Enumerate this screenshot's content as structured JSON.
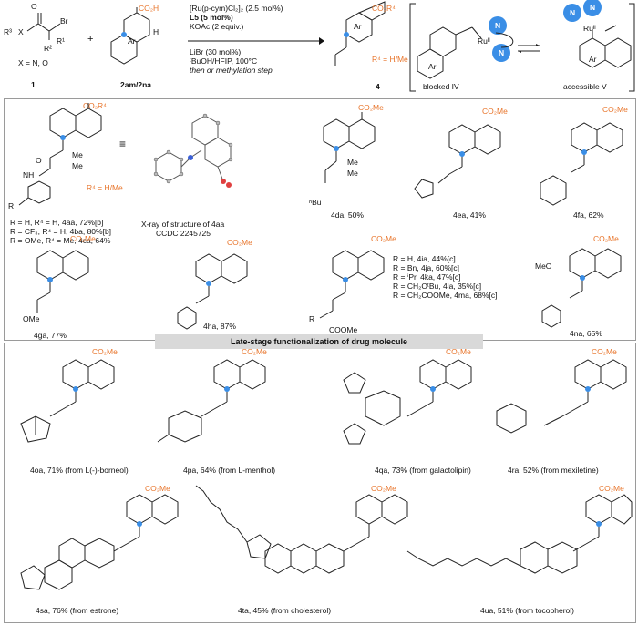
{
  "colors": {
    "accent_orange": "#e8742a",
    "blue": "#3a8ee6",
    "banner_gray": "#d9d9d9",
    "border_gray": "#9a9a9a"
  },
  "scheme": {
    "reactant1_label": "1",
    "reactant1_sub": "X = N, O",
    "reactant1_groups": {
      "r3": "R³",
      "x": "X",
      "br": "Br",
      "r1": "R¹",
      "r2": "R²"
    },
    "reactant2_label": "2am/2na",
    "reactant2_acid": "CO₂H",
    "plus": "+",
    "ar": "Ar",
    "h": "H",
    "conditions": [
      "[Ru(p-cym)Cl₂]₂ (2.5 mol%)",
      "L5 (5 mol%)",
      "KOAc (2 equiv.)",
      "LiBr (30 mol%)",
      "ᵗBuOH/HFIP, 100°C",
      "then or methylation step"
    ],
    "product_label": "4",
    "product_ester": "CO₂R⁴",
    "product_r4": "R⁴ = H/Me",
    "intermediate_iv": "blocked  IV",
    "intermediate_v": "accessible  V",
    "ru": "Ruᴵᴵ",
    "n": "N"
  },
  "top_panel": {
    "hero": {
      "ester": "CO₂R⁴",
      "r4": "R⁴ = H/Me",
      "me1": "Me",
      "me2": "Me",
      "nh": "NH",
      "o": "O",
      "r": "R",
      "equiv": "≡",
      "xray_caption": "X-ray of structure of 4aa",
      "ccdc": "CCDC 2245725",
      "lines": [
        "R = H, R⁴ = H, 4aa, 72%[b]",
        "R = CF₃, R⁴ = H, 4ba, 80%[b]",
        "R = OMe, R⁴ = Me, 4ca, 64%"
      ]
    },
    "compounds": [
      {
        "id": "4da",
        "caption": "4da, 50%",
        "ester": "CO₂Me",
        "extra": "ⁿBu"
      },
      {
        "id": "4ea",
        "caption": "4ea, 41%",
        "ester": "CO₂Me"
      },
      {
        "id": "4fa",
        "caption": "4fa, 62%",
        "ester": "CO₂Me"
      },
      {
        "id": "4ga",
        "caption": "4ga, 77%",
        "ester": "CO₂Me",
        "extra": "OMe"
      },
      {
        "id": "4ha",
        "caption": "4ha, 87%",
        "ester": "CO₂Me"
      },
      {
        "id": "4na",
        "caption": "4na, 65%",
        "ester": "CO₂Me",
        "extra": "MeO"
      }
    ],
    "series_4ia": {
      "ester": "CO₂Me",
      "tail": "COOMe",
      "r": "R",
      "lines": [
        "R = H, 4ia, 44%[c]",
        "R = Bn, 4ja, 60%[c]",
        "R = ⁱPr, 4ka, 47%[c]",
        "R = CH₂OᵗBu, 4la, 35%[c]",
        "R = CH₂COOMe, 4ma, 68%[c]"
      ]
    }
  },
  "banner": "Late-stage functionalization of drug molecule",
  "bottom_panel": {
    "compounds": [
      {
        "id": "4oa",
        "caption": "4oa, 71% (from L(-)-borneol)",
        "ester": "CO₂Me"
      },
      {
        "id": "4pa",
        "caption": "4pa, 64% (from L-menthol)",
        "ester": "CO₂Me"
      },
      {
        "id": "4qa",
        "caption": "4qa, 73% (from galactolipin)",
        "ester": "CO₂Me"
      },
      {
        "id": "4ra",
        "caption": "4ra, 52% (from mexiletine)",
        "ester": "CO₂Me"
      },
      {
        "id": "4sa",
        "caption": "4sa, 76% (from estrone)",
        "ester": "CO₂Me"
      },
      {
        "id": "4ta",
        "caption": "4ta, 45% (from cholesterol)",
        "ester": "CO₂Me"
      },
      {
        "id": "4ua",
        "caption": "4ua, 51% (from tocopherol)",
        "ester": "CO₂Me"
      }
    ]
  }
}
